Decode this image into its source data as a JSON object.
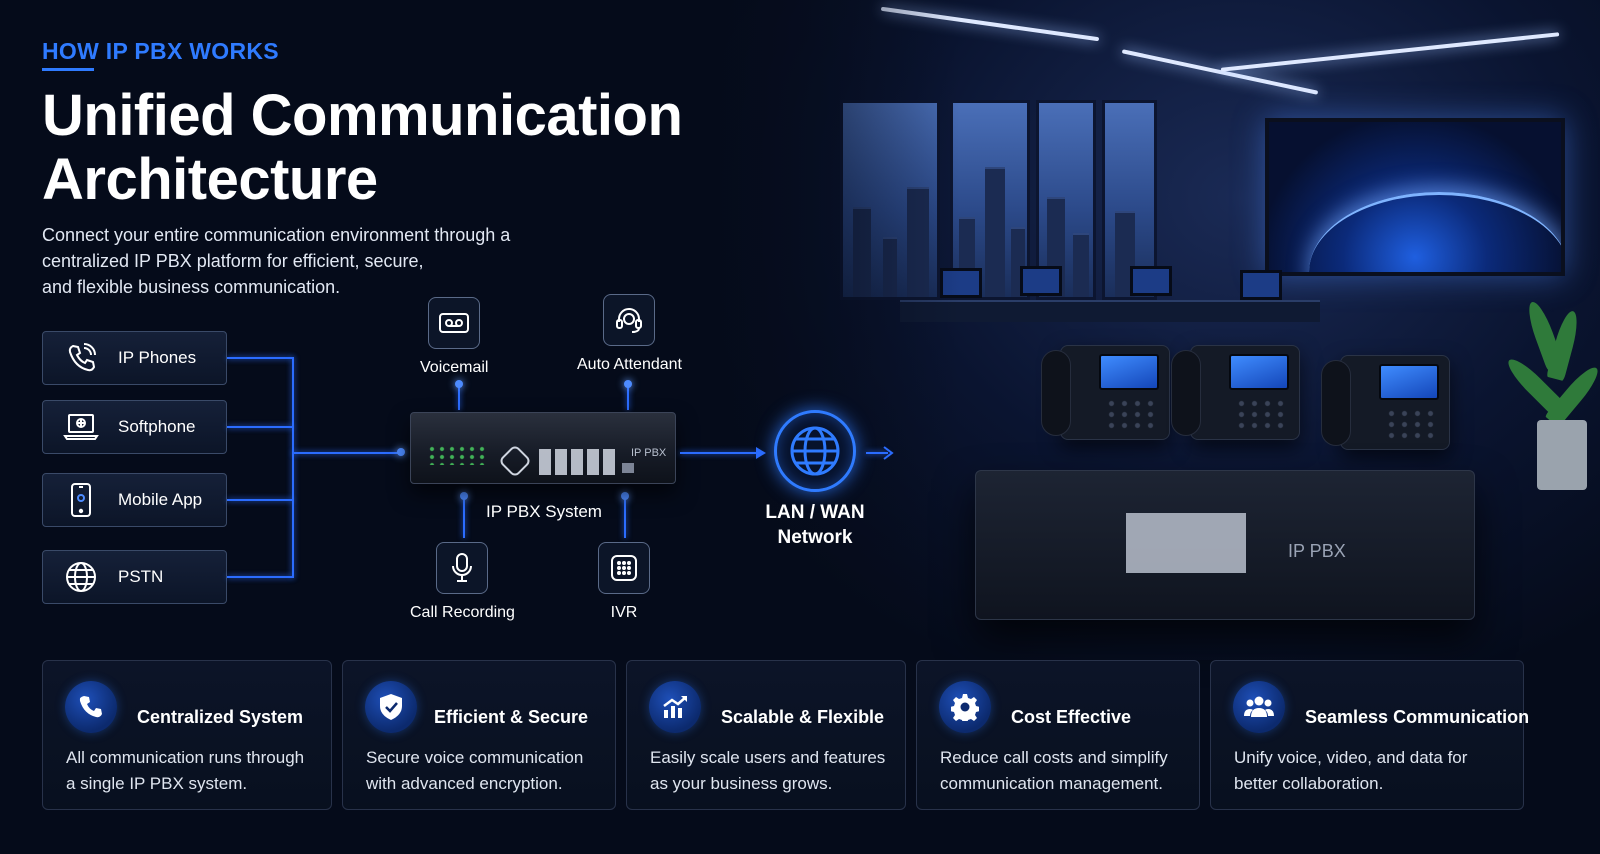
{
  "header": {
    "eyebrow": "HOW IP PBX WORKS",
    "title_line1": "Unified Communication",
    "title_line2": "Architecture",
    "subtitle_line1": "Connect your entire communication environment through a",
    "subtitle_line2": "centralized IP PBX platform for efficient, secure,",
    "subtitle_line3": "and flexible business communication."
  },
  "endpoints": [
    {
      "label": "IP Phones",
      "icon": "phone-icon"
    },
    {
      "label": "Softphone",
      "icon": "laptop-icon"
    },
    {
      "label": "Mobile App",
      "icon": "mobile-icon"
    },
    {
      "label": "PSTN",
      "icon": "globe-icon"
    }
  ],
  "services": {
    "voicemail": "Voicemail",
    "auto_attendant": "Auto Attendant",
    "call_recording": "Call Recording",
    "ivr": "IVR"
  },
  "pbx": {
    "device_tag": "IP PBX",
    "caption": "IP PBX System"
  },
  "network": {
    "line1": "LAN / WAN",
    "line2": "Network"
  },
  "scene": {
    "device_label": "IP PBX"
  },
  "features": [
    {
      "title": "Centralized System",
      "icon": "phone-icon",
      "line1": "All communication runs through",
      "line2": "a single IP PBX system."
    },
    {
      "title": "Efficient & Secure",
      "icon": "shield-icon",
      "line1": "Secure voice communication",
      "line2": "with advanced encryption."
    },
    {
      "title": "Scalable & Flexible",
      "icon": "growth-chart-icon",
      "line1": "Easily scale users and features",
      "line2": "as your business grows."
    },
    {
      "title": "Cost Effective",
      "icon": "gear-icon",
      "line1": "Reduce call costs and simplify",
      "line2": "communication management."
    },
    {
      "title": "Seamless Communication",
      "icon": "users-icon",
      "line1": "Unify voice, video, and data for",
      "line2": "better collaboration."
    }
  ],
  "colors": {
    "accent": "#2f7bff",
    "background": "#050b1a",
    "line": "#2b6cff"
  }
}
